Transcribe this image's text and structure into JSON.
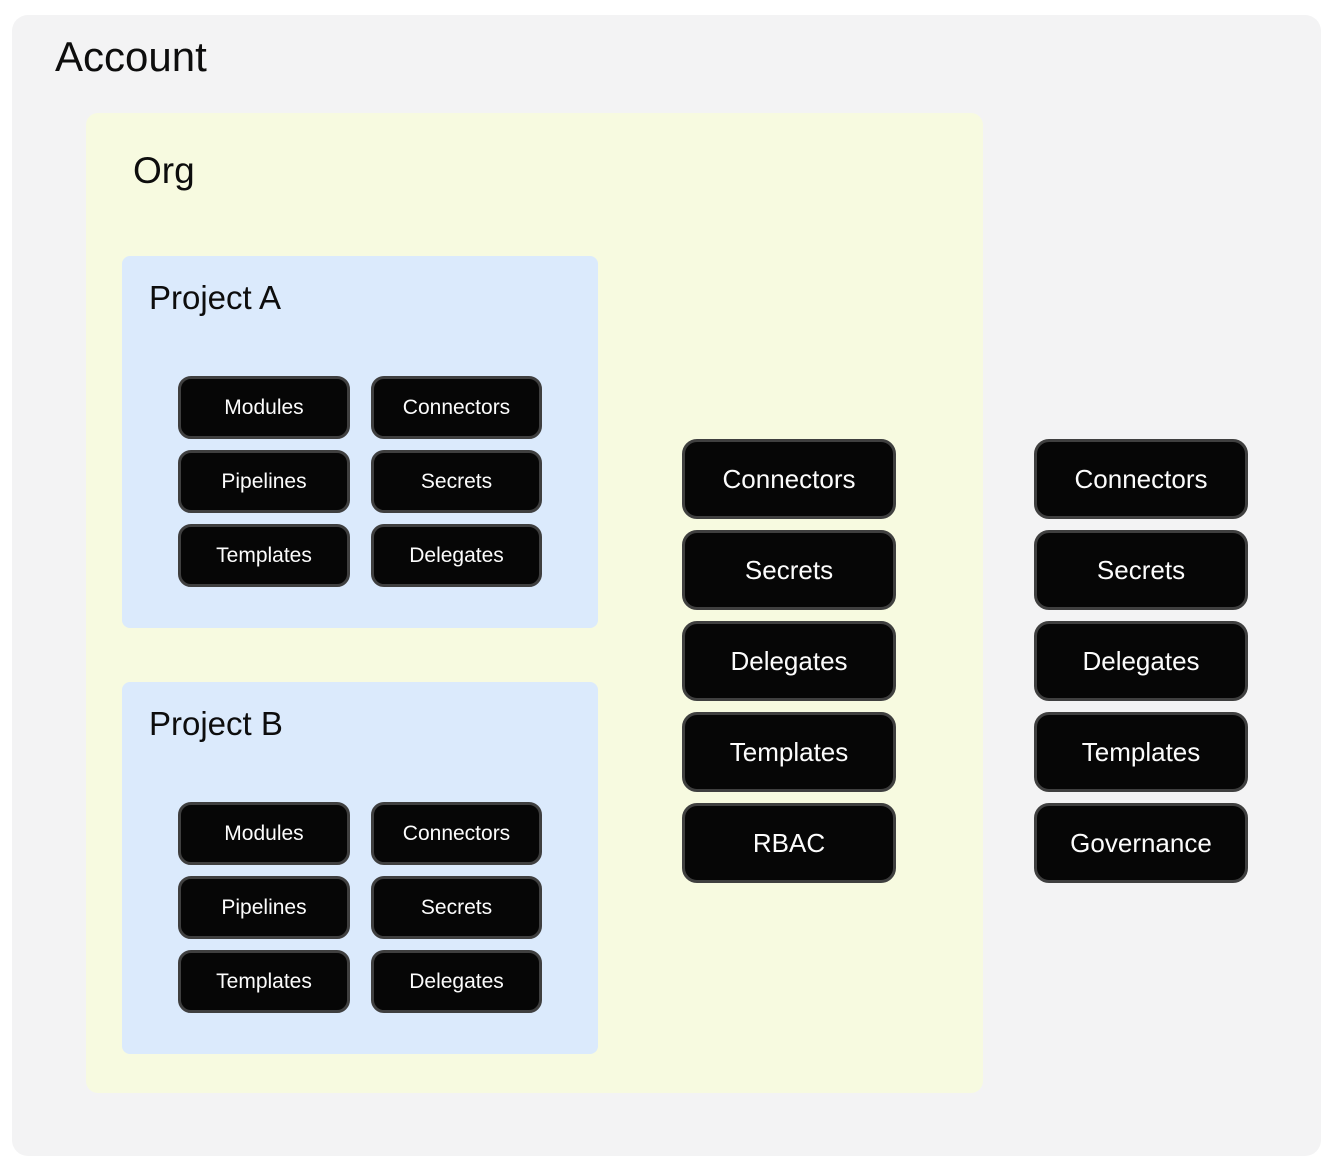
{
  "account": {
    "label": "Account",
    "pills": [
      "Connectors",
      "Secrets",
      "Delegates",
      "Templates",
      "Governance"
    ],
    "org": {
      "label": "Org",
      "pills": [
        "Connectors",
        "Secrets",
        "Delegates",
        "Templates",
        "RBAC"
      ],
      "projects": [
        {
          "label": "Project A",
          "pills": [
            "Modules",
            "Connectors",
            "Pipelines",
            "Secrets",
            "Templates",
            "Delegates"
          ]
        },
        {
          "label": "Project B",
          "pills": [
            "Modules",
            "Connectors",
            "Pipelines",
            "Secrets",
            "Templates",
            "Delegates"
          ]
        }
      ]
    }
  },
  "colors": {
    "page_bg": "#ffffff",
    "account_bg": "#f3f3f4",
    "org_bg": "#f7fae0",
    "project_bg": "#dbeafc",
    "pill_bg": "#060606",
    "pill_border": "#3f3f3f",
    "pill_text": "#fcfcfc",
    "title_text": "#0d0d0d"
  }
}
